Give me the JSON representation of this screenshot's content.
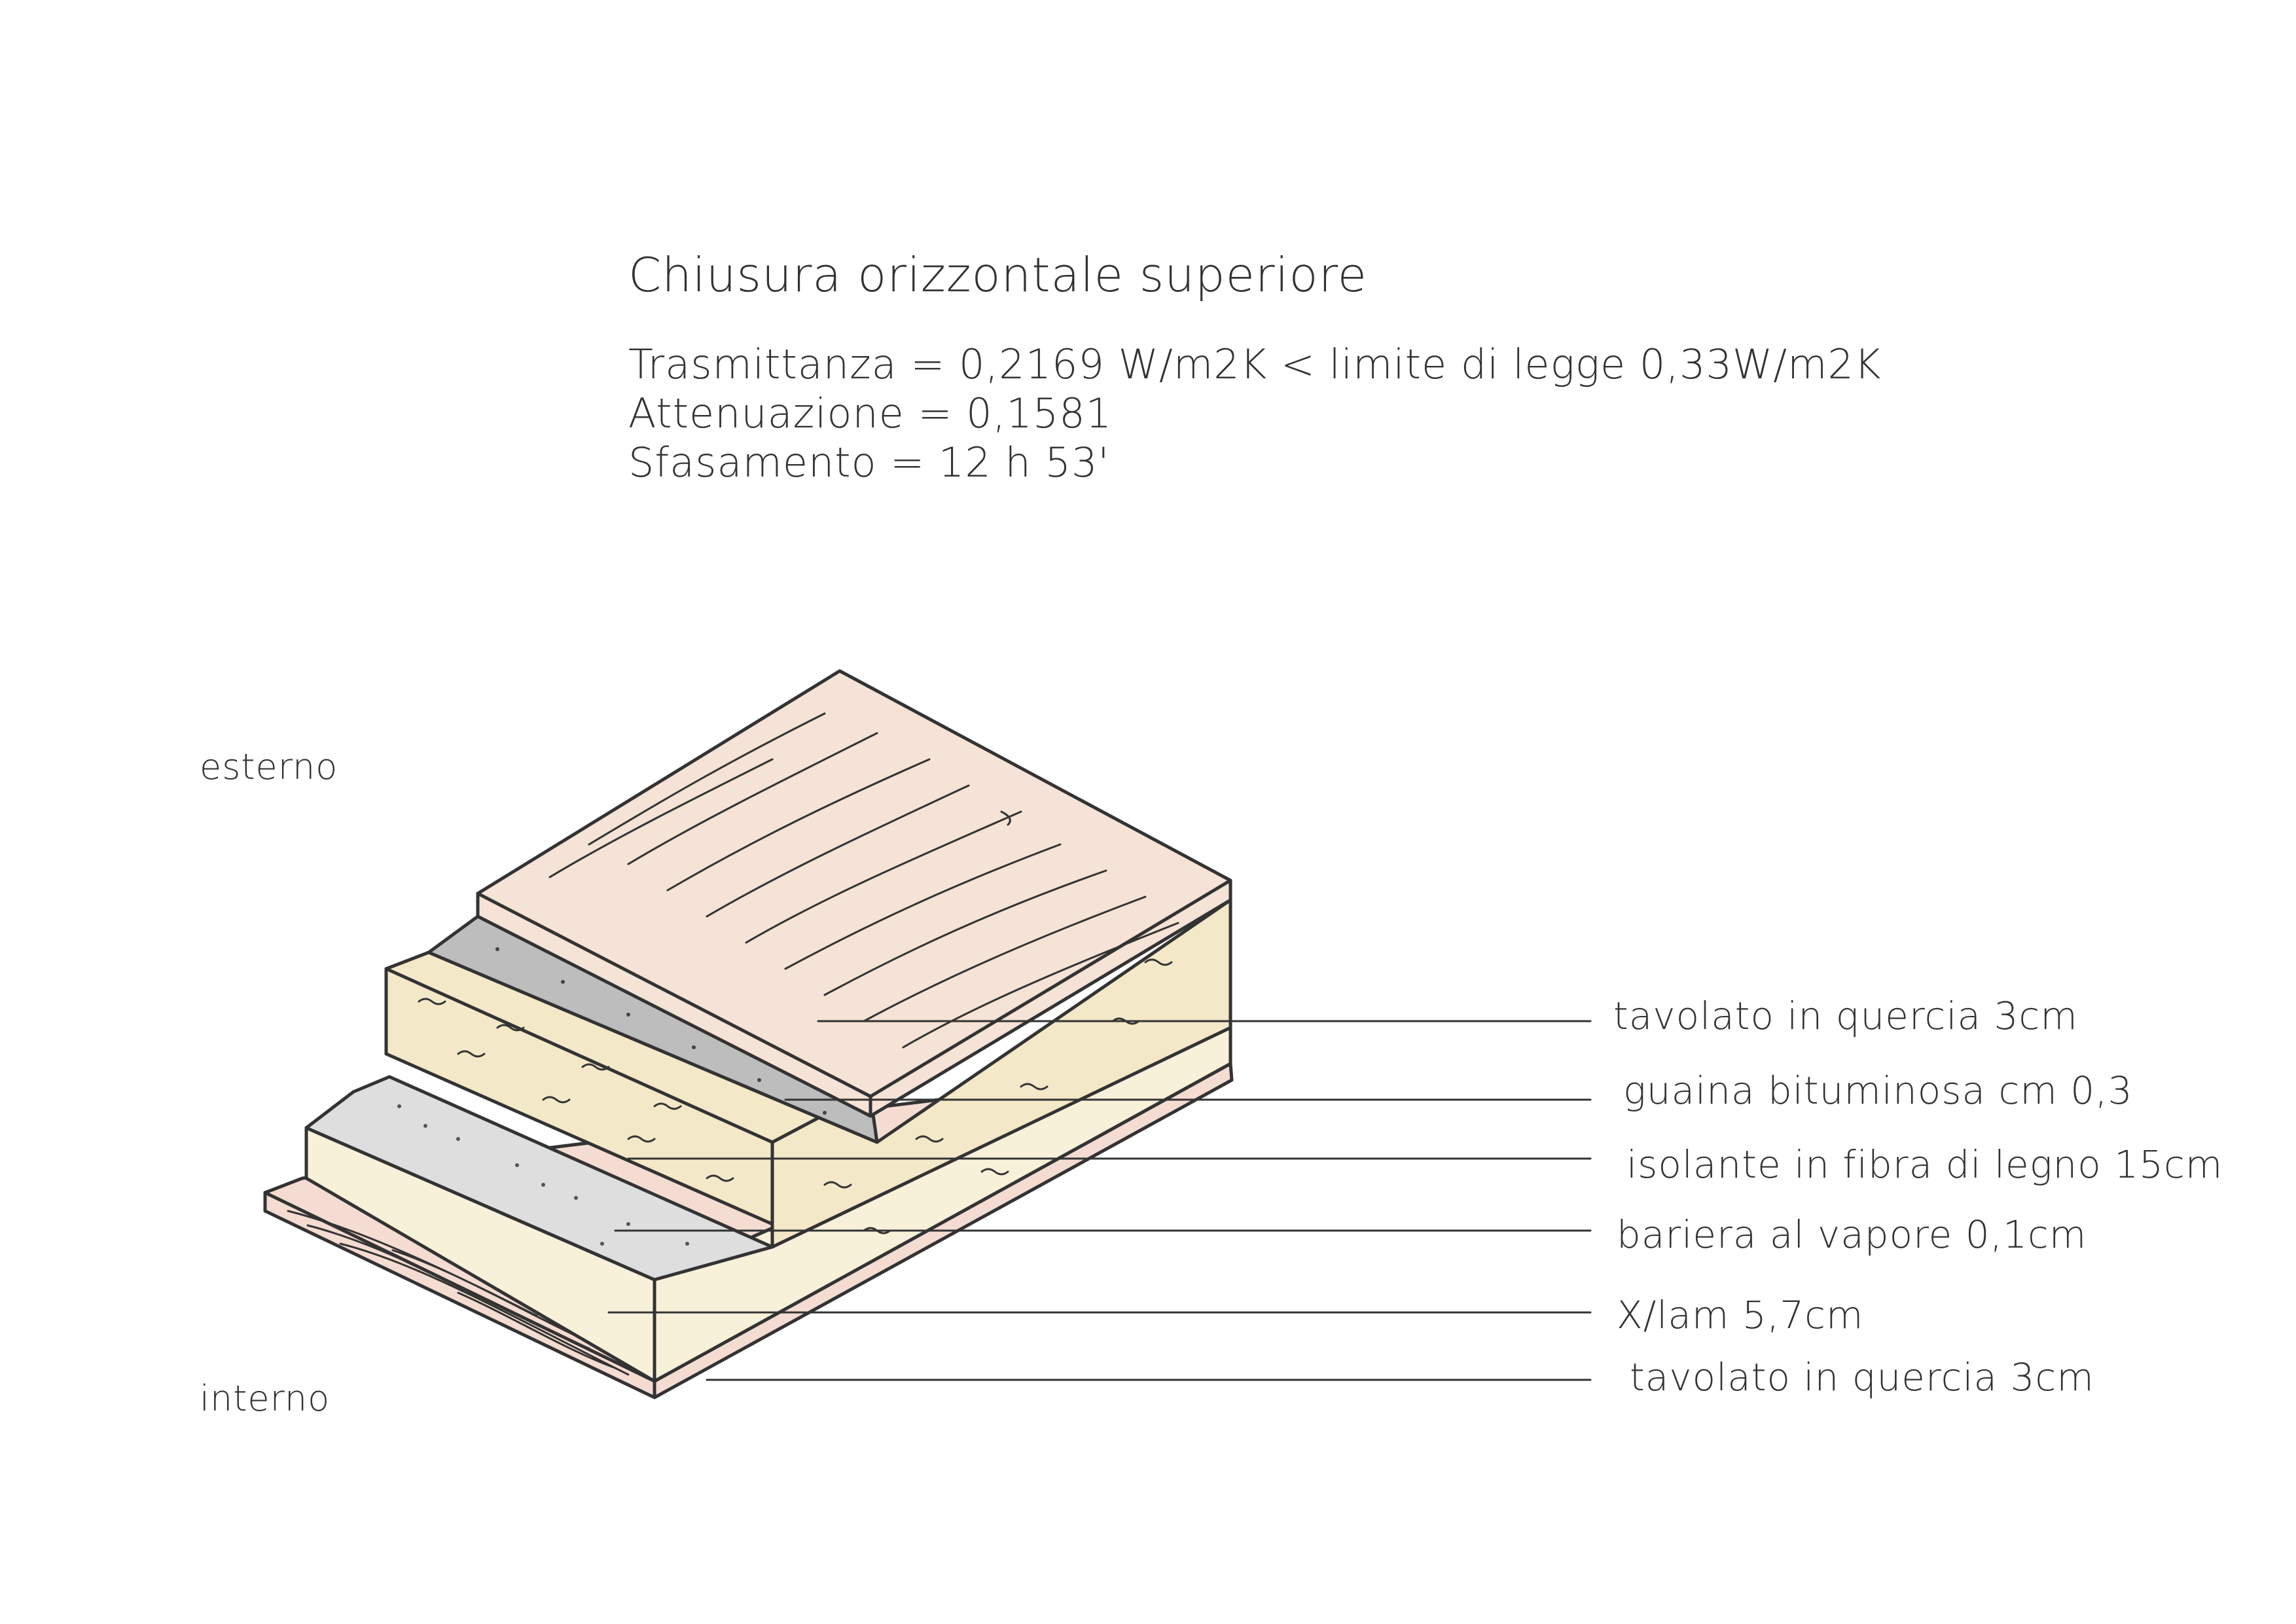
{
  "title": "Chiusura orizzontale superiore",
  "stats": [
    "Trasmittanza = 0,2169 W/m2K < limite di legge 0,33W/m2K",
    "Attenuazione = 0,1581",
    "Sfasamento = 12 h 53'"
  ],
  "side_labels": {
    "top": "esterno",
    "bottom": "interno"
  },
  "layers": [
    {
      "label": "tavolato in quercia 3cm",
      "material": "oak-boarding",
      "color": "#f4e3d6"
    },
    {
      "label": "guaina bituminosa cm 0,3",
      "material": "bitumen-membrane",
      "color": "#bdbdbd"
    },
    {
      "label": "isolante in fibra di legno 15cm",
      "material": "wood-fibre-insulation",
      "color": "#f3e8c8"
    },
    {
      "label": "bariera al vapore 0,1cm",
      "material": "vapour-barrier",
      "color": "#dedede"
    },
    {
      "label": "X/lam 5,7cm",
      "material": "cross-laminated-timber",
      "color": "#f8f1da"
    },
    {
      "label": "tavolato in quercia 3cm",
      "material": "oak-boarding",
      "color": "#f4dcd2"
    }
  ],
  "colors": {
    "ink": "#333333",
    "oak_top": "#f4e3d6",
    "oak_bottom": "#f4dcd2",
    "bitumen": "#bdbdbd",
    "insulation": "#f3e8c8",
    "vapour": "#dedede",
    "xlam": "#f8f1da"
  }
}
